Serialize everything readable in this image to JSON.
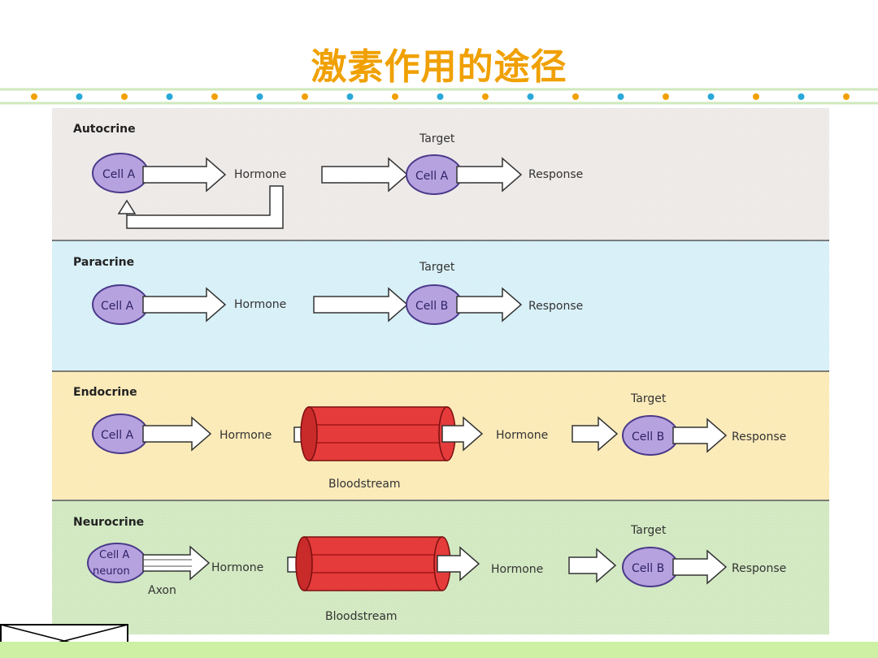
{
  "slide": {
    "title": "激素作用的途径",
    "accent_color": "#f0a000",
    "dot_colors": [
      "#f0a000",
      "#29a8d8"
    ]
  },
  "panels": [
    {
      "id": "autocrine",
      "title": "Autocrine",
      "background": "#ece8e6",
      "source_cell": "Cell A",
      "hormone": "Hormone",
      "target_label": "Target",
      "target_cell": "Cell A",
      "response": "Response"
    },
    {
      "id": "paracrine",
      "title": "Paracrine",
      "background": "#d5eff7",
      "source_cell": "Cell A",
      "hormone": "Hormone",
      "target_label": "Target",
      "target_cell": "Cell B",
      "response": "Response"
    },
    {
      "id": "endocrine",
      "title": "Endocrine",
      "background": "#fbe9b3",
      "source_cell": "Cell A",
      "hormone": "Hormone",
      "bloodstream": "Bloodstream",
      "hormone_after": "Hormone",
      "target_label": "Target",
      "target_cell": "Cell B",
      "response": "Response"
    },
    {
      "id": "neurocrine",
      "title": "Neurocrine",
      "background": "#cfe7bd",
      "source_cell_line1": "Cell A",
      "source_cell_line2": "neuron",
      "axon": "Axon",
      "hormone": "Hormone",
      "bloodstream": "Bloodstream",
      "hormone_after": "Hormone",
      "target_label": "Target",
      "target_cell": "Cell B",
      "response": "Response"
    }
  ],
  "colors": {
    "cell_fill": "#b7a2e0",
    "cell_stroke": "#4a3a8a",
    "vessel_fill": "#e53b3b",
    "vessel_dark": "#b51f1f",
    "bottom_bar": "#cdf0a4"
  }
}
